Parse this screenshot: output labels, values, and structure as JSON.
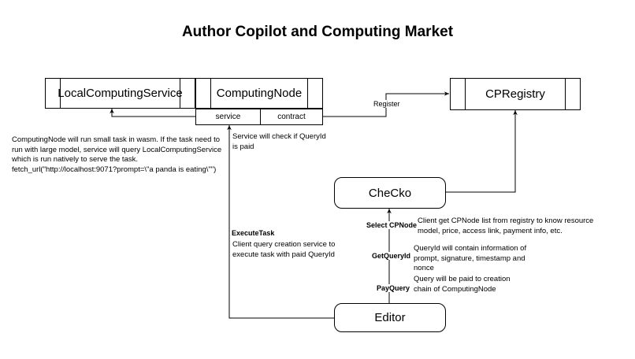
{
  "title": "Author Copilot and Computing Market",
  "nodes": {
    "local_computing_service": "LocalComputingService",
    "computing_node": "ComputingNode",
    "cp_registry": "CPRegistry",
    "checko": "CheCko",
    "editor": "Editor"
  },
  "computing_node_parts": {
    "service": "service",
    "contract": "contract"
  },
  "edge_labels": {
    "register": "Register",
    "execute_task": "ExecuteTask",
    "select_cpnode": "Select CPNode",
    "get_query_id": "GetQueryId",
    "pay_query": "PayQuery"
  },
  "notes": {
    "computing_node_note": [
      "ComputingNode will run small task in wasm. If the task need to",
      "run with large model, service will query LocalComputingService",
      "which is run natively to serve the task.",
      "fetch_url(\"http://localhost:9071?prompt=\\\"a panda is eating\\\"\")"
    ],
    "service_check": [
      "Service will check if QueryId",
      "is paid"
    ],
    "execute_task_note": [
      "Client query creation service to",
      "execute task with paid QueryId"
    ],
    "select_cpnode_note": [
      "Client get CPNode list from registry to know resource",
      "model, price, access link, payment info, etc."
    ],
    "get_query_id_note": [
      "QueryId will contain information of",
      "prompt, signature, timestamp and",
      "nonce"
    ],
    "pay_query_note": [
      "Query will be paid to creation",
      "chain of ComputingNode"
    ]
  }
}
